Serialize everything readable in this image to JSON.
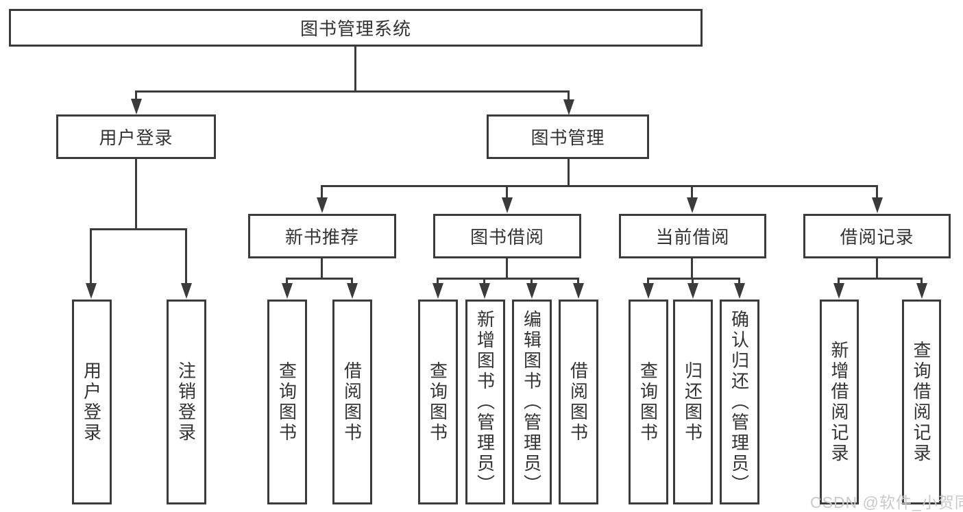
{
  "colors": {
    "line": "#3b3b3b",
    "text": "#333333",
    "background": "#ffffff",
    "watermark": "#c9c9c9"
  },
  "watermark": {
    "text": "CSDN @软件_小贺同学"
  },
  "tree": {
    "root": {
      "label": "图书管理系统"
    },
    "user_login": {
      "label": "用户登录",
      "children": [
        {
          "label": "用户登录"
        },
        {
          "label": "注销登录"
        }
      ]
    },
    "book_management": {
      "label": "图书管理",
      "children": [
        {
          "label": "新书推荐",
          "children": [
            {
              "label": "查询图书"
            },
            {
              "label": "借阅图书"
            }
          ]
        },
        {
          "label": "图书借阅",
          "children": [
            {
              "label": "查询图书"
            },
            {
              "label": "新增图书（管理员）"
            },
            {
              "label": "编辑图书（管理员）"
            },
            {
              "label": "借阅图书"
            }
          ]
        },
        {
          "label": "当前借阅",
          "children": [
            {
              "label": "查询图书"
            },
            {
              "label": "归还图书"
            },
            {
              "label": "确认归还（管理员）"
            }
          ]
        },
        {
          "label": "借阅记录",
          "children": [
            {
              "label": "新增借阅记录"
            },
            {
              "label": "查询借阅记录"
            }
          ]
        }
      ]
    }
  }
}
